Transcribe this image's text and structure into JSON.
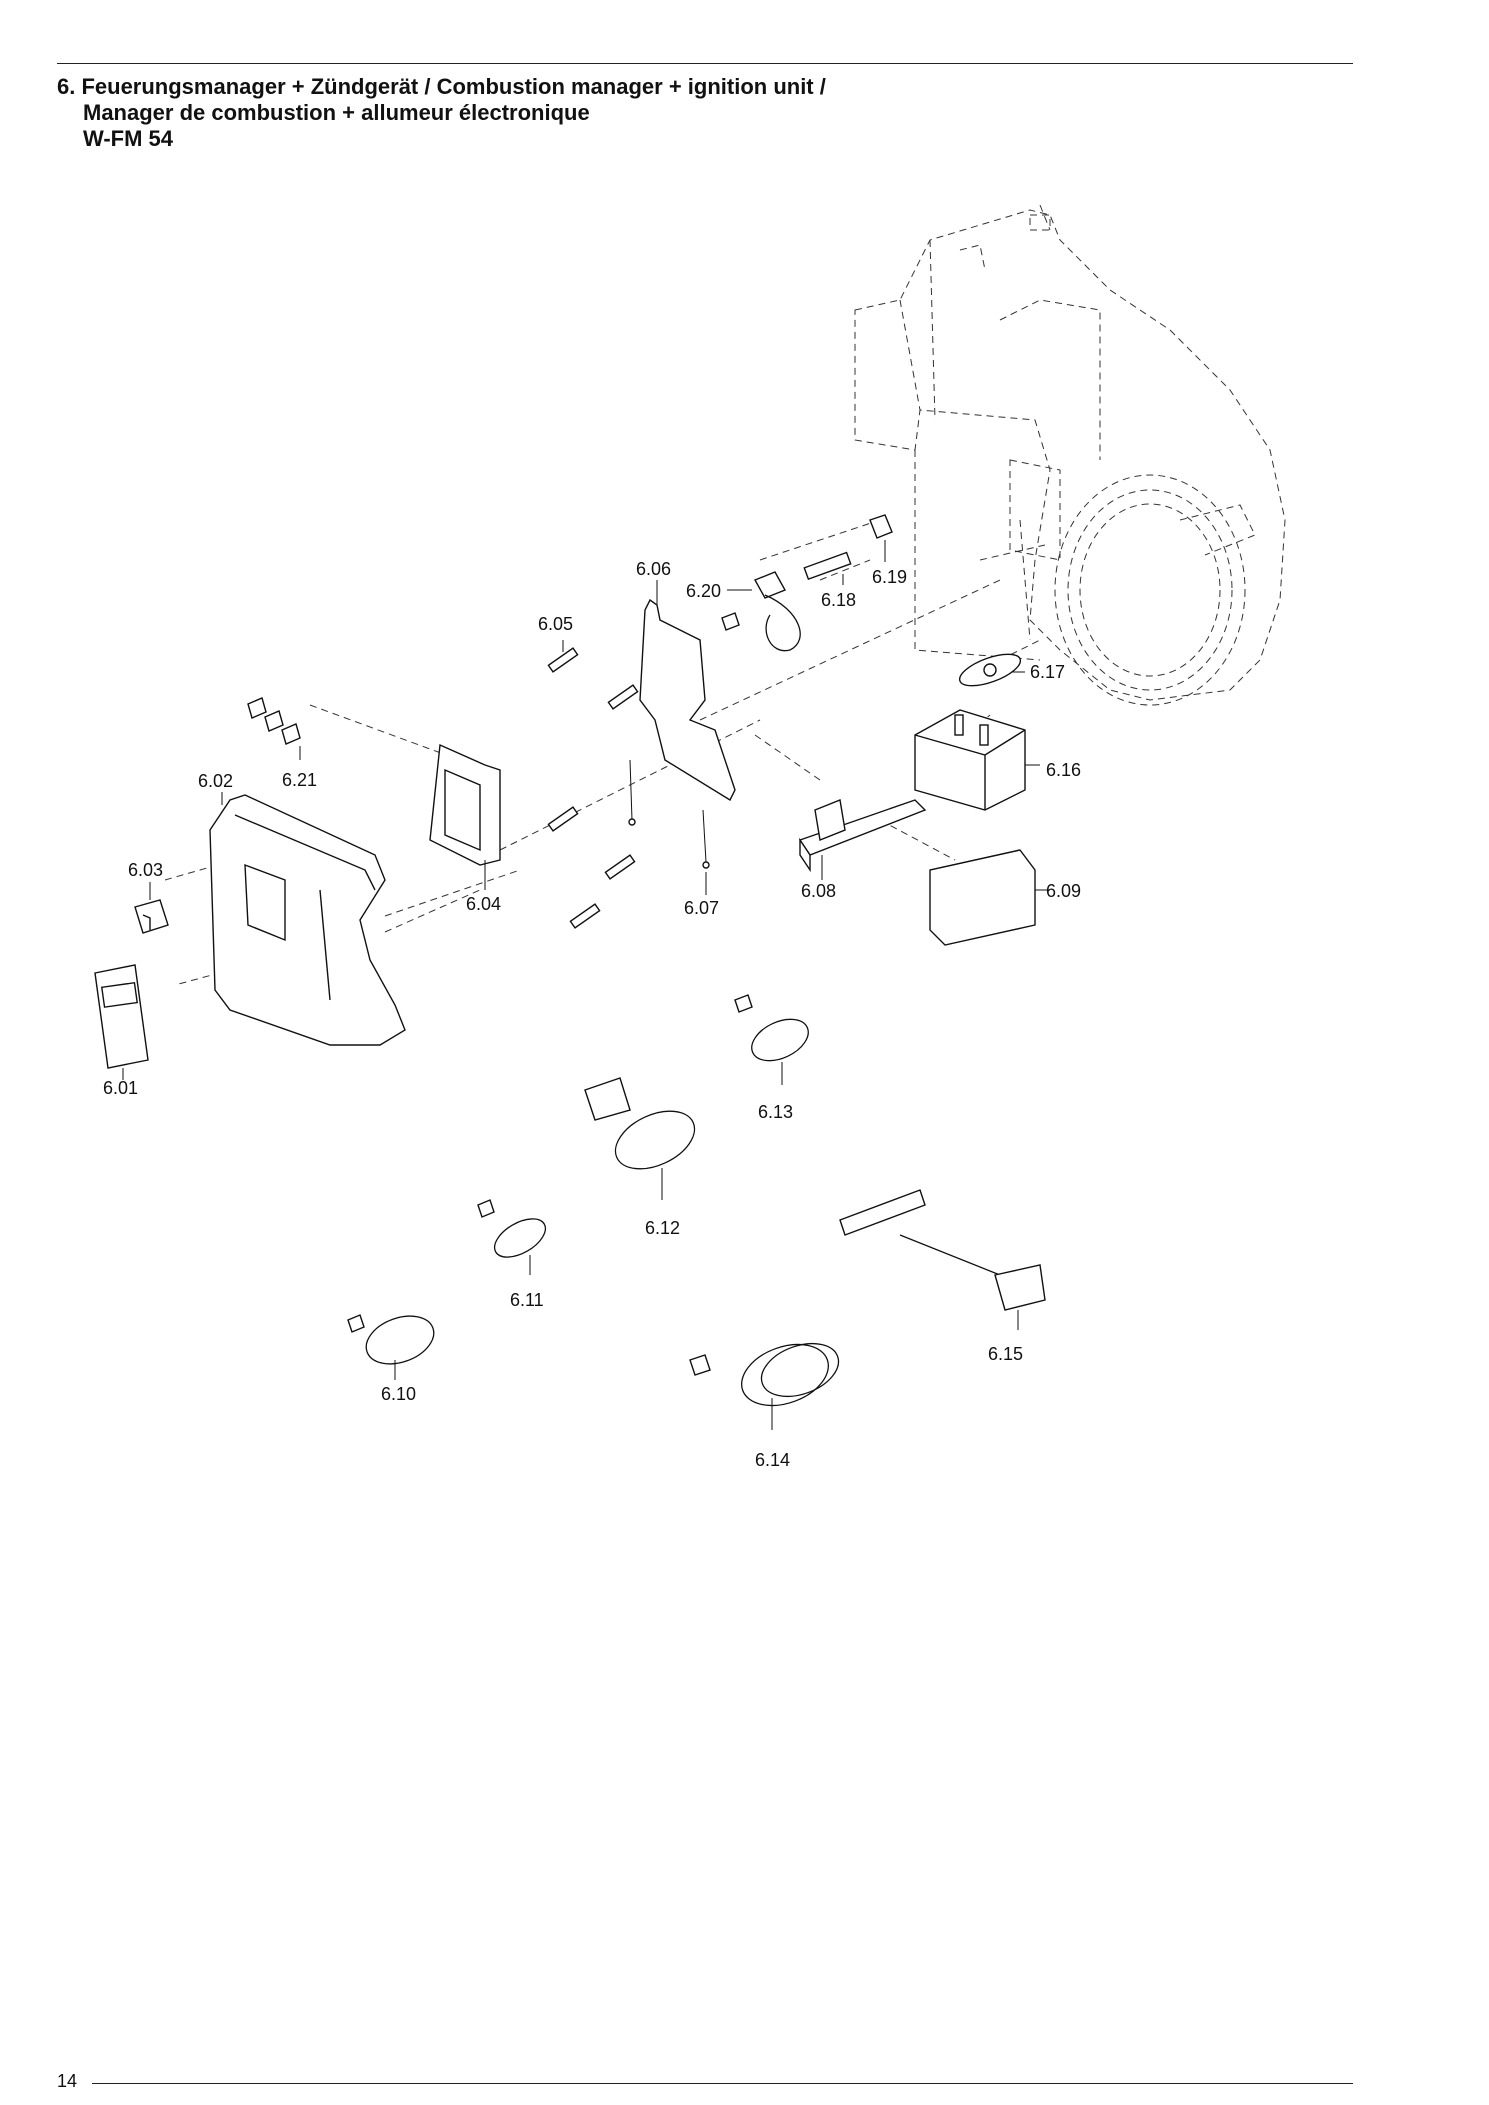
{
  "header": {
    "title_line1": "6. Feuerungsmanager + Zündgerät / Combustion manager + ignition unit /",
    "title_line2": "Manager de combustion + allumeur électronique",
    "title_line3": "W-FM 54"
  },
  "footer": {
    "page_number": "14"
  },
  "parts": {
    "p601": "6.01",
    "p602": "6.02",
    "p603": "6.03",
    "p604": "6.04",
    "p605": "6.05",
    "p606": "6.06",
    "p607": "6.07",
    "p608": "6.08",
    "p609": "6.09",
    "p610": "6.10",
    "p611": "6.11",
    "p612": "6.12",
    "p613": "6.13",
    "p614": "6.14",
    "p615": "6.15",
    "p616": "6.16",
    "p617": "6.17",
    "p618": "6.18",
    "p619": "6.19",
    "p620": "6.20",
    "p621": "6.21"
  }
}
